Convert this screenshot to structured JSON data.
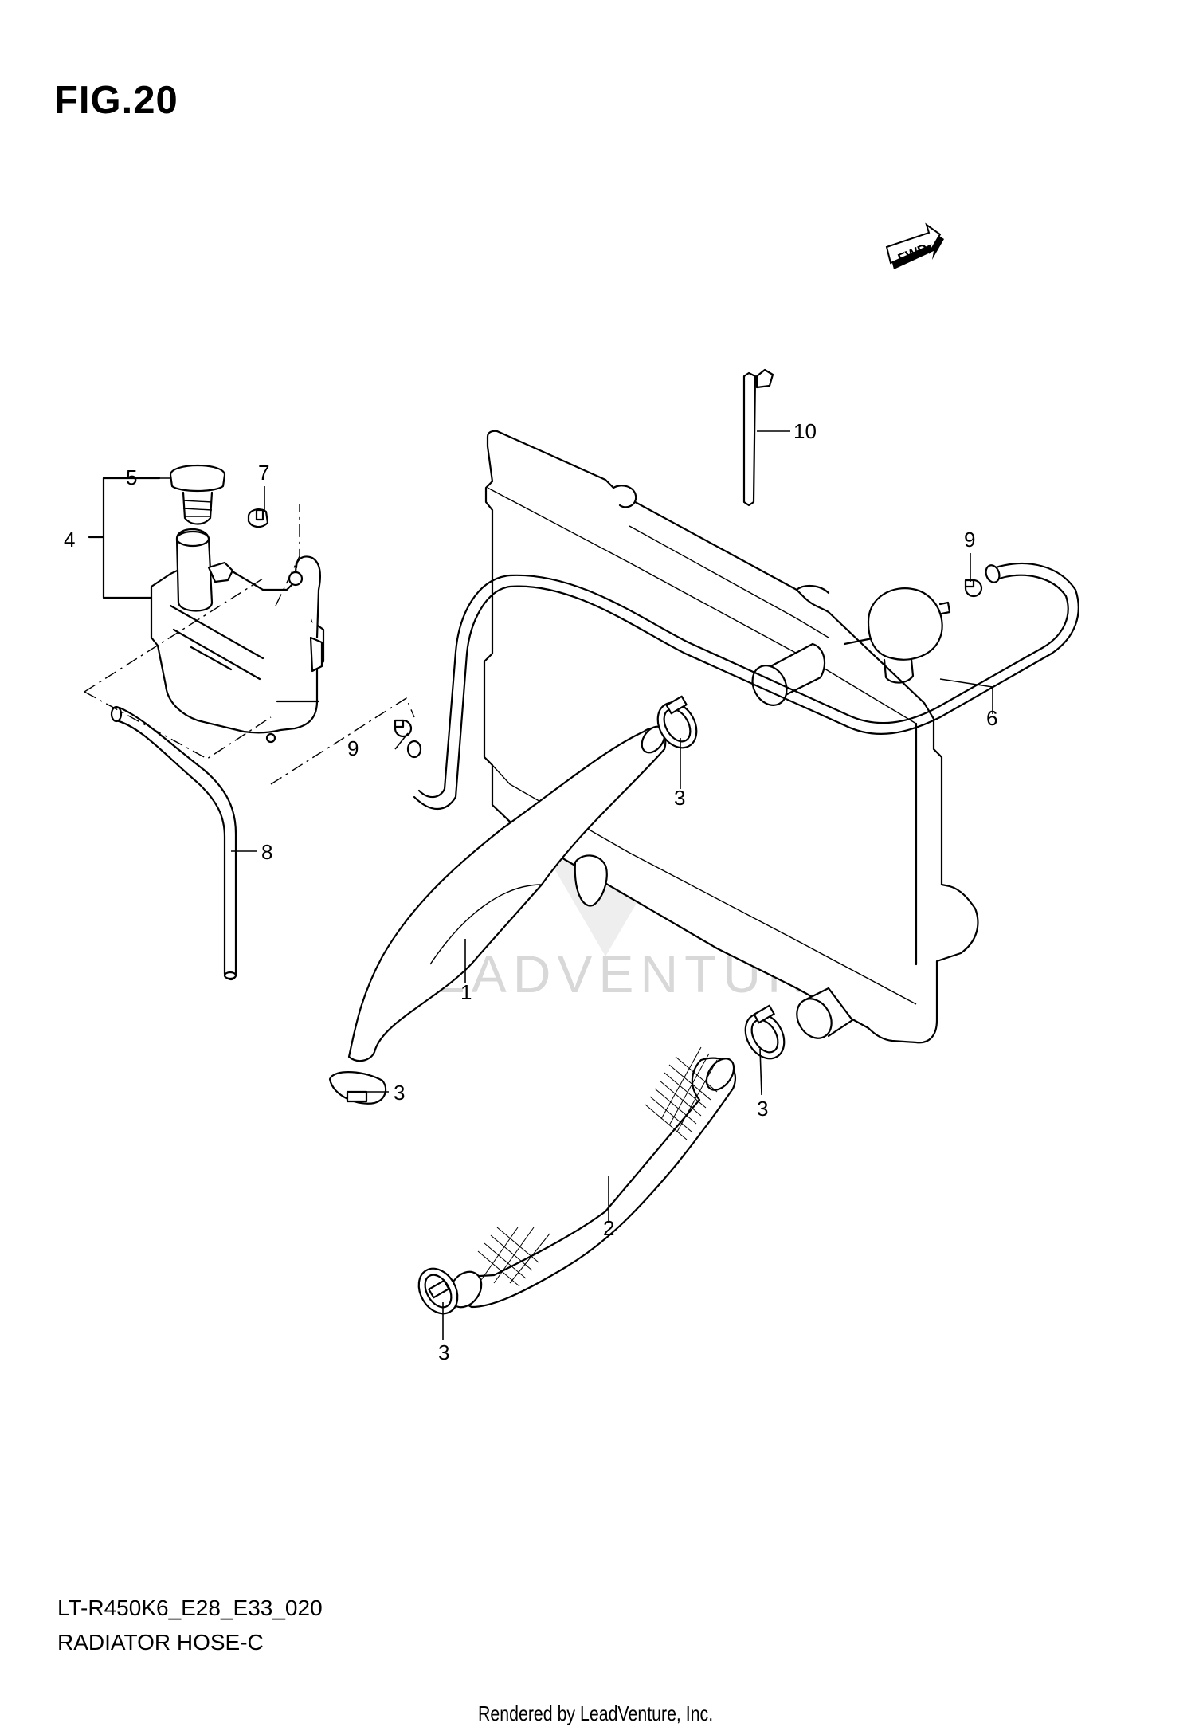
{
  "figure": {
    "title": "FIG.20"
  },
  "footer": {
    "model_code": "LT-R450K6_E28_E33_020",
    "diagram_name": "RADIATOR HOSE-C",
    "rendered_by": "Rendered by LeadVenture, Inc."
  },
  "watermark": {
    "text": "LEADVENTURE"
  },
  "direction_badge": {
    "label": "FWD"
  },
  "callouts": [
    {
      "id": "c1",
      "label": "1"
    },
    {
      "id": "c2",
      "label": "2"
    },
    {
      "id": "c3a",
      "label": "3"
    },
    {
      "id": "c3b",
      "label": "3"
    },
    {
      "id": "c3c",
      "label": "3"
    },
    {
      "id": "c3d",
      "label": "3"
    },
    {
      "id": "c4",
      "label": "4"
    },
    {
      "id": "c5",
      "label": "5"
    },
    {
      "id": "c6",
      "label": "6"
    },
    {
      "id": "c7",
      "label": "7"
    },
    {
      "id": "c8",
      "label": "8"
    },
    {
      "id": "c9a",
      "label": "9"
    },
    {
      "id": "c9b",
      "label": "9"
    },
    {
      "id": "c10",
      "label": "10"
    }
  ]
}
